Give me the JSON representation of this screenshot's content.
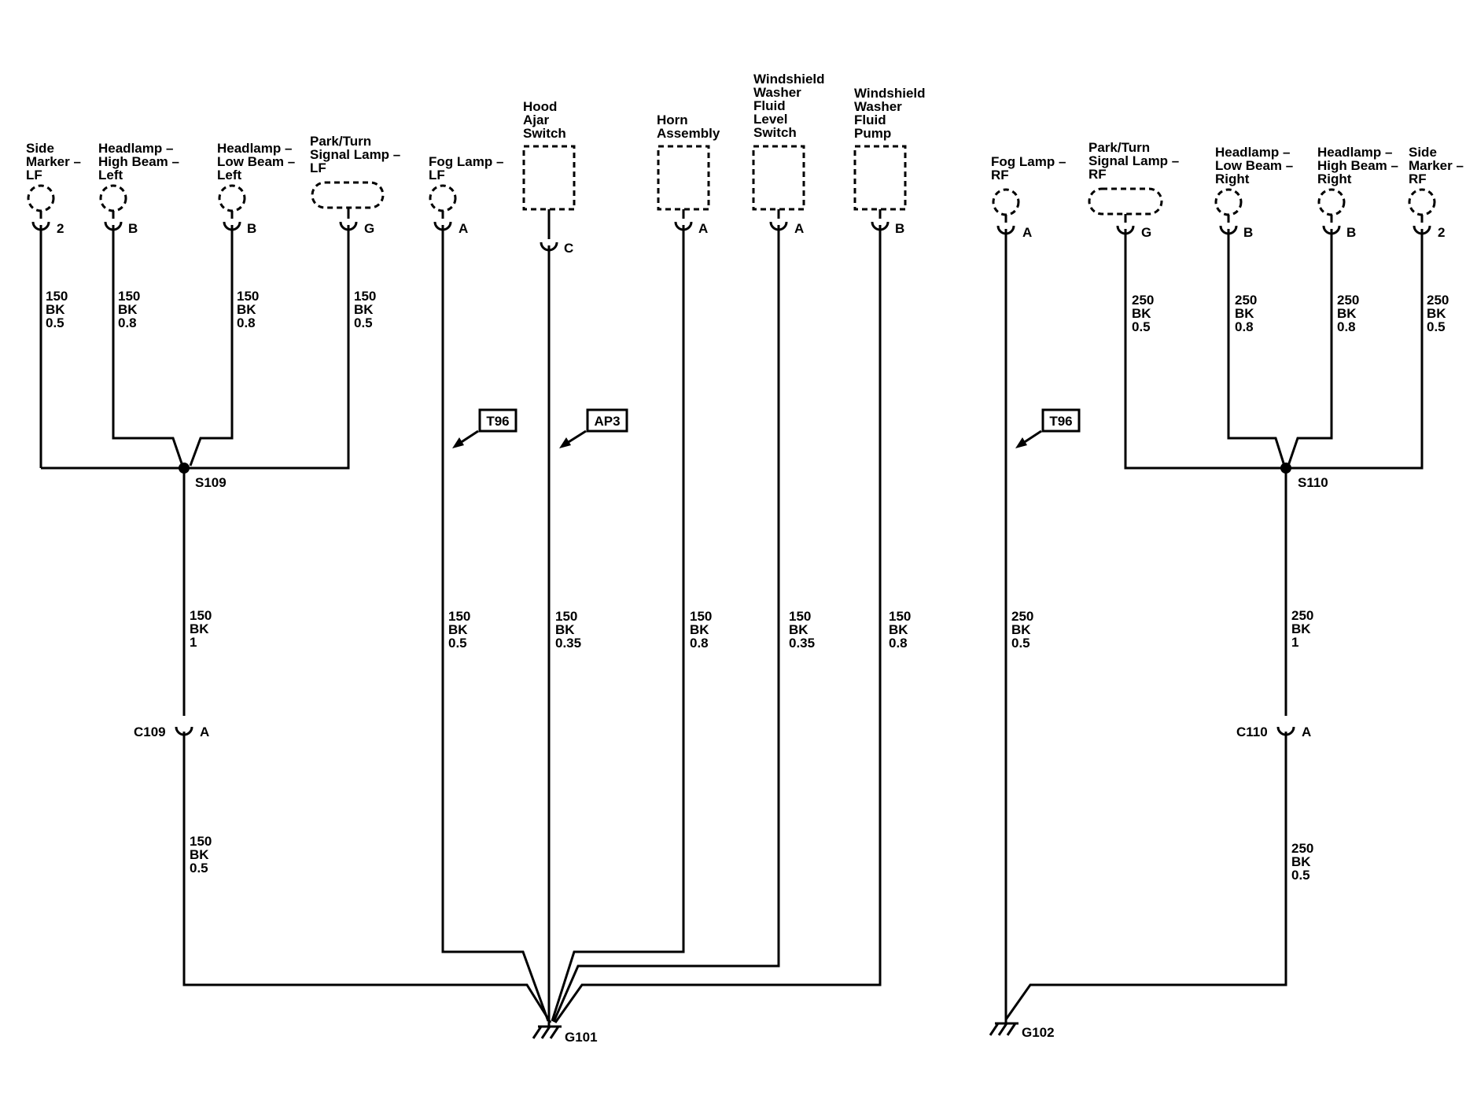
{
  "components": {
    "side_marker_lf": [
      "Side",
      "Marker –",
      "LF"
    ],
    "headlamp_high_left": [
      "Headlamp –",
      "High Beam –",
      "Left"
    ],
    "headlamp_low_left": [
      "Headlamp –",
      "Low Beam –",
      "Left"
    ],
    "park_turn_lf": [
      "Park/Turn",
      "Signal Lamp –",
      "LF"
    ],
    "fog_lamp_lf": [
      "Fog Lamp –",
      "LF"
    ],
    "hood_ajar_switch": [
      "Hood",
      "Ajar",
      "Switch"
    ],
    "horn_assembly": [
      "Horn",
      "Assembly"
    ],
    "ww_fluid_level_switch": [
      "Windshield",
      "Washer",
      "Fluid",
      "Level",
      "Switch"
    ],
    "ww_fluid_pump": [
      "Windshield",
      "Washer",
      "Fluid",
      "Pump"
    ],
    "fog_lamp_rf": [
      "Fog Lamp –",
      "RF"
    ],
    "park_turn_rf": [
      "Park/Turn",
      "Signal Lamp –",
      "RF"
    ],
    "headlamp_low_right": [
      "Headlamp –",
      "Low Beam –",
      "Right"
    ],
    "headlamp_high_right": [
      "Headlamp –",
      "High Beam –",
      "Right"
    ],
    "side_marker_rf": [
      "Side",
      "Marker –",
      "RF"
    ]
  },
  "pins": {
    "side_marker_lf": "2",
    "headlamp_high_left": "B",
    "headlamp_low_left": "B",
    "park_turn_lf": "G",
    "fog_lamp_lf": "A",
    "hood_ajar_switch": "C",
    "horn_assembly": "A",
    "ww_fluid_level_switch": "A",
    "ww_fluid_pump": "B",
    "fog_lamp_rf": "A",
    "park_turn_rf": "G",
    "headlamp_low_right": "B",
    "headlamp_high_right": "B",
    "side_marker_rf": "2"
  },
  "wires": {
    "side_marker_lf": [
      "150",
      "BK",
      "0.5"
    ],
    "headlamp_high_left": [
      "150",
      "BK",
      "0.8"
    ],
    "headlamp_low_left": [
      "150",
      "BK",
      "0.8"
    ],
    "park_turn_lf": [
      "150",
      "BK",
      "0.5"
    ],
    "s109_c109": [
      "150",
      "BK",
      "1"
    ],
    "c109_g101": [
      "150",
      "BK",
      "0.5"
    ],
    "fog_lamp_lf": [
      "150",
      "BK",
      "0.5"
    ],
    "hood_ajar_switch": [
      "150",
      "BK",
      "0.35"
    ],
    "horn_assembly": [
      "150",
      "BK",
      "0.8"
    ],
    "ww_fluid_level_switch": [
      "150",
      "BK",
      "0.35"
    ],
    "ww_fluid_pump": [
      "150",
      "BK",
      "0.8"
    ],
    "fog_lamp_rf": [
      "250",
      "BK",
      "0.5"
    ],
    "park_turn_rf": [
      "250",
      "BK",
      "0.5"
    ],
    "headlamp_low_right": [
      "250",
      "BK",
      "0.8"
    ],
    "headlamp_high_right": [
      "250",
      "BK",
      "0.8"
    ],
    "side_marker_rf": [
      "250",
      "BK",
      "0.5"
    ],
    "s110_c110": [
      "250",
      "BK",
      "1"
    ],
    "c110_g102": [
      "250",
      "BK",
      "0.5"
    ]
  },
  "splices": {
    "s109": "S109",
    "s110": "S110"
  },
  "connectors": {
    "c109": {
      "name": "C109",
      "pin": "A"
    },
    "c110": {
      "name": "C110",
      "pin": "A"
    }
  },
  "grounds": {
    "g101": "G101",
    "g102": "G102"
  },
  "references": {
    "t96_left": "T96",
    "ap3": "AP3",
    "t96_right": "T96"
  }
}
